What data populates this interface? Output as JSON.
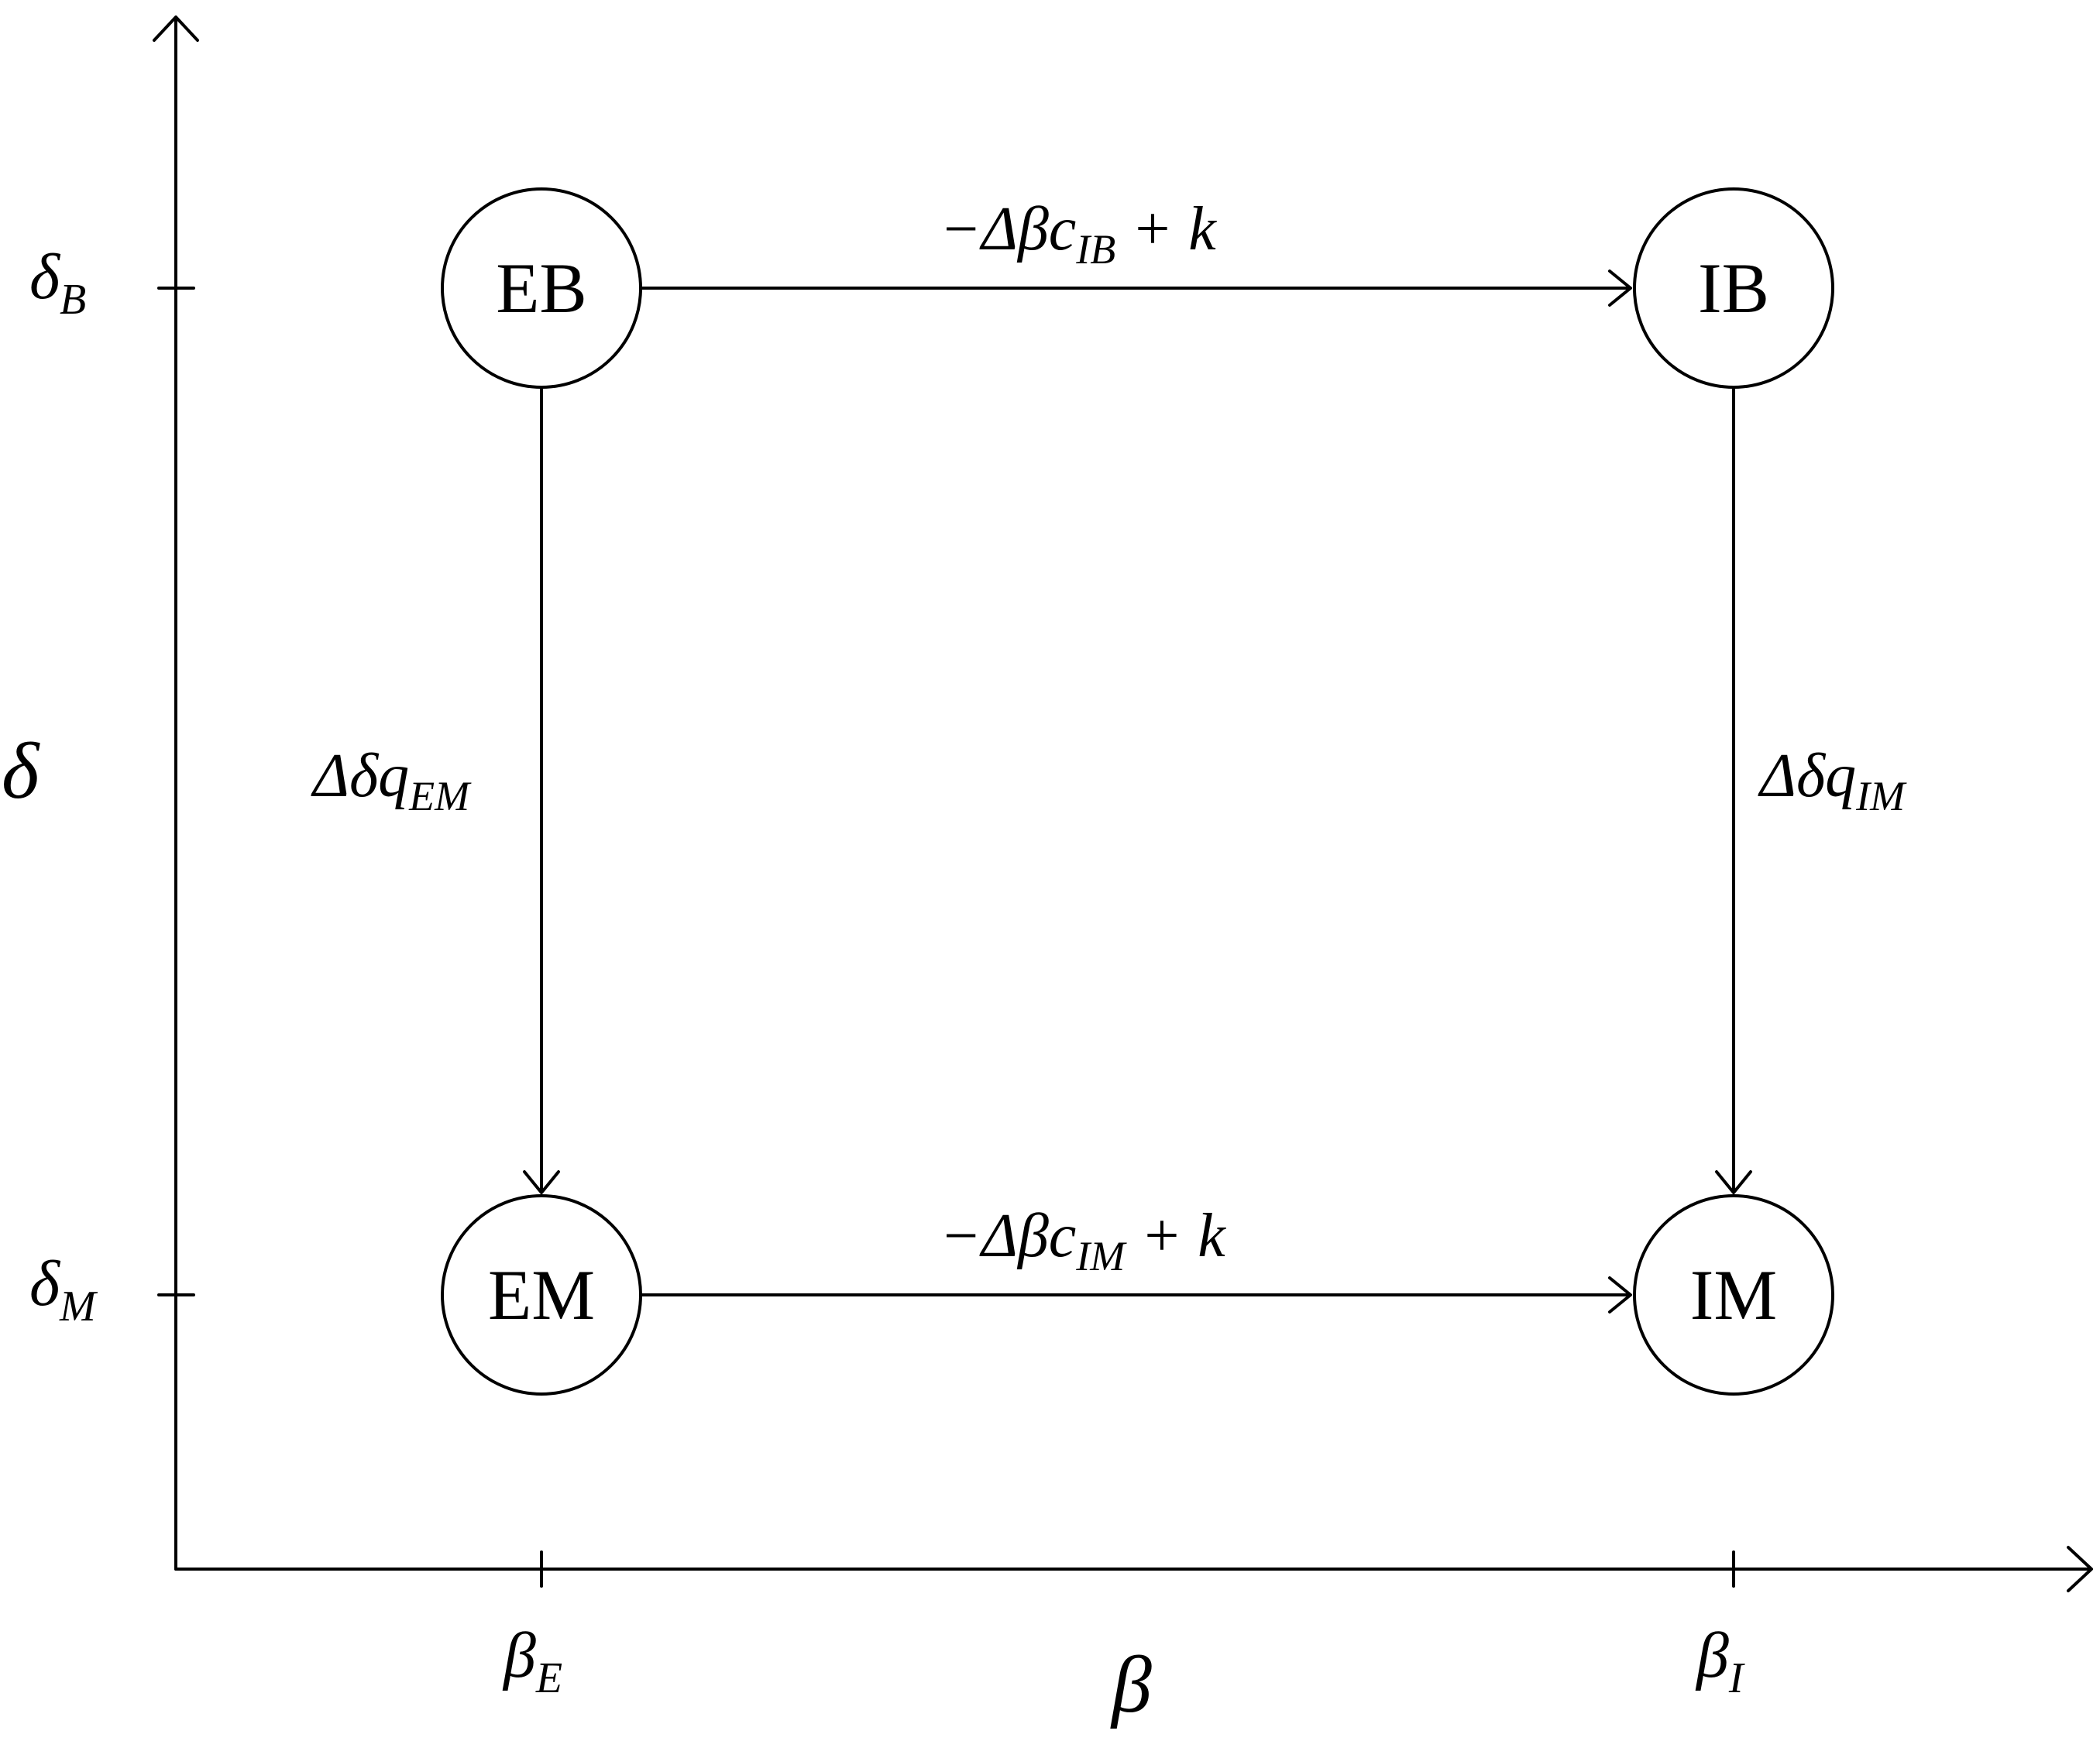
{
  "diagram": {
    "axes": {
      "x": {
        "symbol": "β",
        "ticks": [
          {
            "base": "β",
            "sub": "E"
          },
          {
            "base": "β",
            "sub": "I"
          }
        ]
      },
      "y": {
        "symbol": "δ",
        "ticks": [
          {
            "base": "δ",
            "sub": "B"
          },
          {
            "base": "δ",
            "sub": "M"
          }
        ]
      }
    },
    "nodes": {
      "eb": "EB",
      "ib": "IB",
      "em": "EM",
      "im": "IM"
    },
    "edges": {
      "eb_ib": {
        "prefix": "−Δβc",
        "sub": "IB",
        "suffix": " + k"
      },
      "em_im": {
        "prefix": "−Δβc",
        "sub": "IM",
        "suffix": " + k"
      },
      "eb_em": {
        "prefix": "Δδq",
        "sub": "EM",
        "suffix": ""
      },
      "ib_im": {
        "prefix": "Δδq",
        "sub": "IM",
        "suffix": ""
      }
    }
  }
}
